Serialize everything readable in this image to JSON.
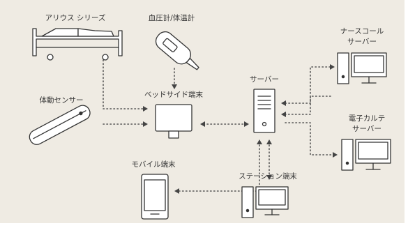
{
  "labels": {
    "bed": "アリウス シリーズ",
    "thermo": "血圧計/体温計",
    "sensor": "体動センサー",
    "bedside": "ベッドサイド端末",
    "server": "サーバー",
    "nurse_line1": "ナースコール",
    "nurse_line2": "サーバー",
    "emr_line1": "電子カルテ",
    "emr_line2": "サーバー",
    "mobile": "モバイル端末",
    "station": "ステーション端末"
  },
  "colors": {
    "background": "#efebe3",
    "stroke": "#333333",
    "fill": "#ffffff",
    "dots": "#555555"
  },
  "icons": {
    "bed": "hospital-bed-icon",
    "thermo": "thermometer-icon",
    "sensor": "motion-sensor-icon",
    "bedside": "bedside-terminal-icon",
    "server": "server-tower-icon",
    "nurse": "desktop-computer-icon",
    "emr": "desktop-computer-icon",
    "mobile": "smartphone-icon",
    "station": "desktop-computer-icon"
  }
}
